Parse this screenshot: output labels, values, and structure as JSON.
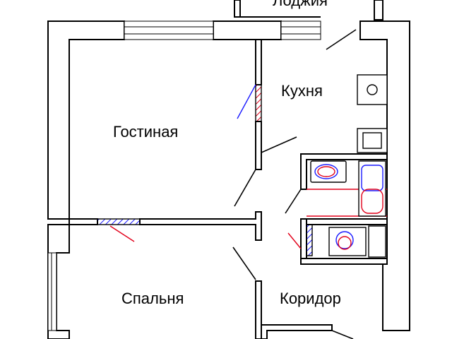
{
  "rooms": {
    "loggia": "Лоджия",
    "kitchen": "Кухня",
    "living": "Гостиная",
    "bedroom": "Спальня",
    "corridor": "Коридор"
  },
  "colors": {
    "wall": "#000000",
    "background": "#ffffff",
    "plumbing_cold": "#1a1aff",
    "plumbing_hot": "#e2001a"
  },
  "icons": [
    "sink-icon",
    "stove-icon",
    "washbasin-icon",
    "bathtub-icon",
    "toilet-icon",
    "door-swing-icon",
    "window-icon"
  ]
}
